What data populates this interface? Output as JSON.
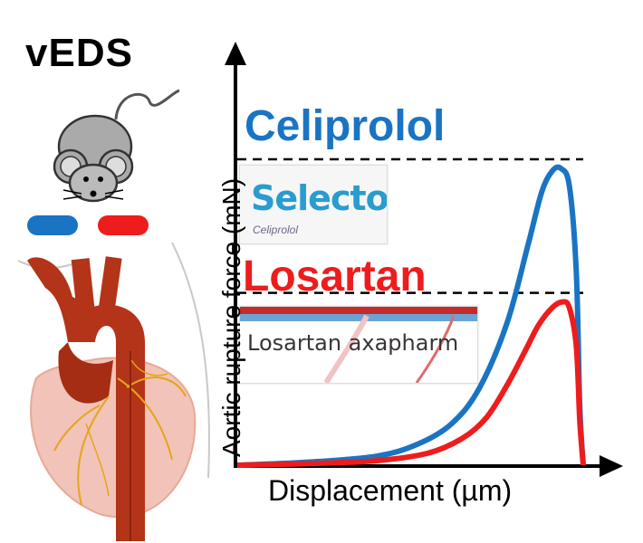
{
  "title": "vEDS",
  "colors": {
    "blue": "#1a74c4",
    "red": "#ee1c1c",
    "aorta": "#b33418",
    "heart_bg": "#f2c3b8"
  },
  "pills": [
    {
      "name": "celiprolol-pill",
      "color": "#1a74c4"
    },
    {
      "name": "losartan-pill",
      "color": "#ee1c1c"
    }
  ],
  "drugs": {
    "celiprolol": {
      "label": "Celiprolol",
      "brand": "Selectol",
      "generic": "Celiprolol",
      "color": "#1a74c4"
    },
    "losartan": {
      "label": "Losartan",
      "brand": "Losartan axapharm",
      "color": "#ee1c1c"
    }
  },
  "chart_data": {
    "type": "line",
    "xlabel": "Displacement (µm)",
    "ylabel": "Aortic rupture force (mN)",
    "xlim": [
      0,
      100
    ],
    "ylim": [
      0,
      100
    ],
    "series": [
      {
        "name": "Celiprolol",
        "color": "#1a74c4",
        "peak": 100,
        "x": [
          0,
          20,
          40,
          52,
          62,
          70,
          78,
          84,
          88,
          91,
          93.5,
          96,
          98,
          99,
          100
        ],
        "y": [
          0,
          1,
          3,
          7,
          14,
          26,
          48,
          74,
          92,
          99,
          100,
          94,
          65,
          20,
          0
        ]
      },
      {
        "name": "Losartan",
        "color": "#ee1c1c",
        "peak": 55,
        "x": [
          0,
          20,
          40,
          55,
          65,
          72,
          78,
          83,
          87,
          91,
          94,
          96,
          98,
          99,
          100
        ],
        "y": [
          0,
          0.5,
          1.5,
          4,
          9,
          16,
          27,
          38,
          47,
          53,
          55,
          53,
          40,
          15,
          0
        ]
      }
    ]
  }
}
